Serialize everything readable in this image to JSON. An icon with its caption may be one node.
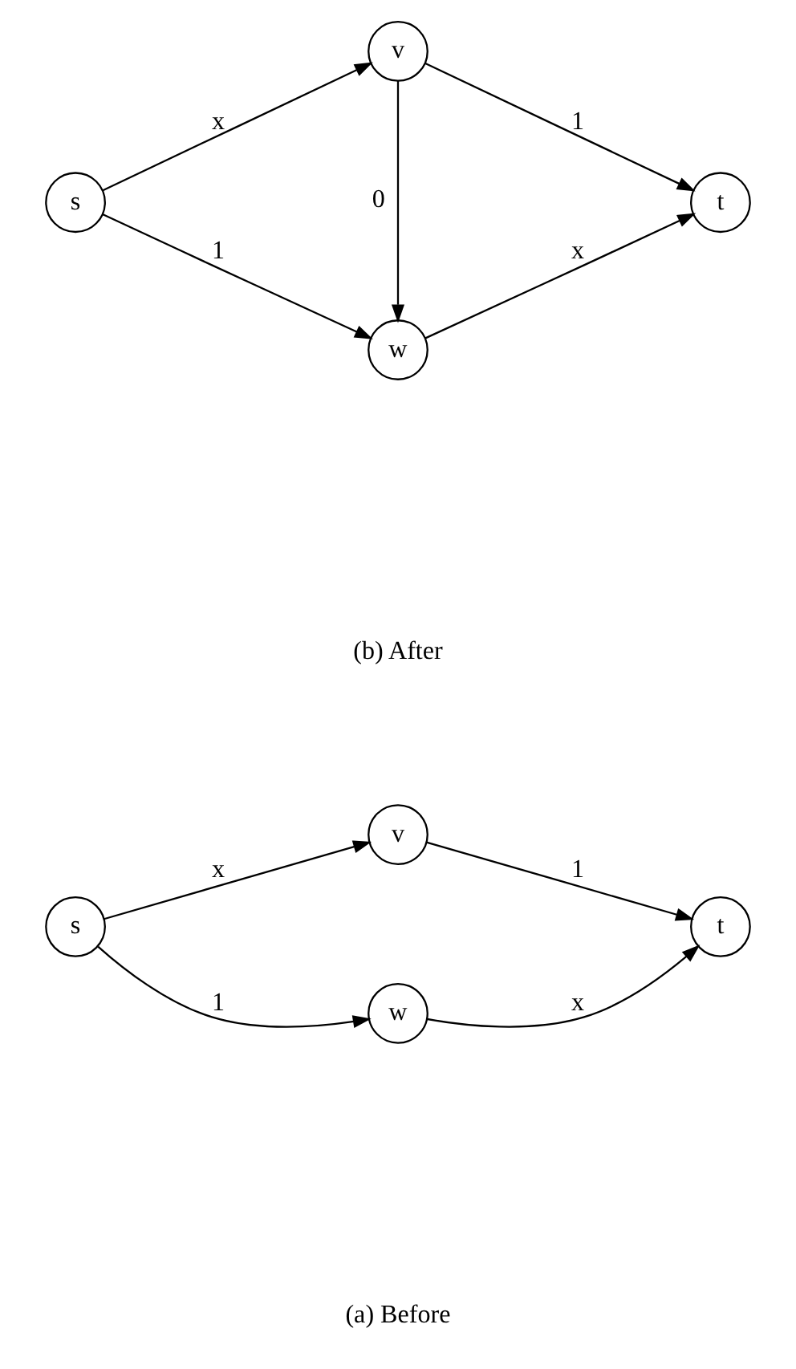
{
  "diagram": {
    "nodes": [
      {
        "text": [
          "s"
        ]
      },
      {
        "text": [
          "v"
        ]
      },
      {
        "text": [
          "w"
        ]
      },
      {
        "text": [
          "t"
        ]
      },
      {
        "text": [
          "s"
        ]
      },
      {
        "text": [
          "v"
        ]
      },
      {
        "text": [
          "w"
        ]
      },
      {
        "text": [
          "t"
        ]
      }
    ],
    "edges": [
      {
        "from": 0,
        "to": 1,
        "arrow": "to",
        "label": "x"
      },
      {
        "from": 1,
        "to": 3,
        "arrow": "to",
        "label": "1"
      },
      {
        "from": 0,
        "to": 2,
        "arrow": "to",
        "label": "1"
      },
      {
        "from": 2,
        "to": 3,
        "arrow": "to",
        "label": "x"
      },
      {
        "from": 4,
        "to": 5,
        "arrow": "to",
        "label": "x"
      },
      {
        "from": 5,
        "to": 7,
        "arrow": "to",
        "label": "1"
      },
      {
        "from": 5,
        "to": 6,
        "arrow": "to",
        "label": "0"
      },
      {
        "from": 4,
        "to": 6,
        "arrow": "to",
        "label": "1"
      },
      {
        "from": 6,
        "to": 7,
        "arrow": "to",
        "label": "x"
      }
    ],
    "labels": [
      "(a) Before",
      "(b) After"
    ]
  }
}
